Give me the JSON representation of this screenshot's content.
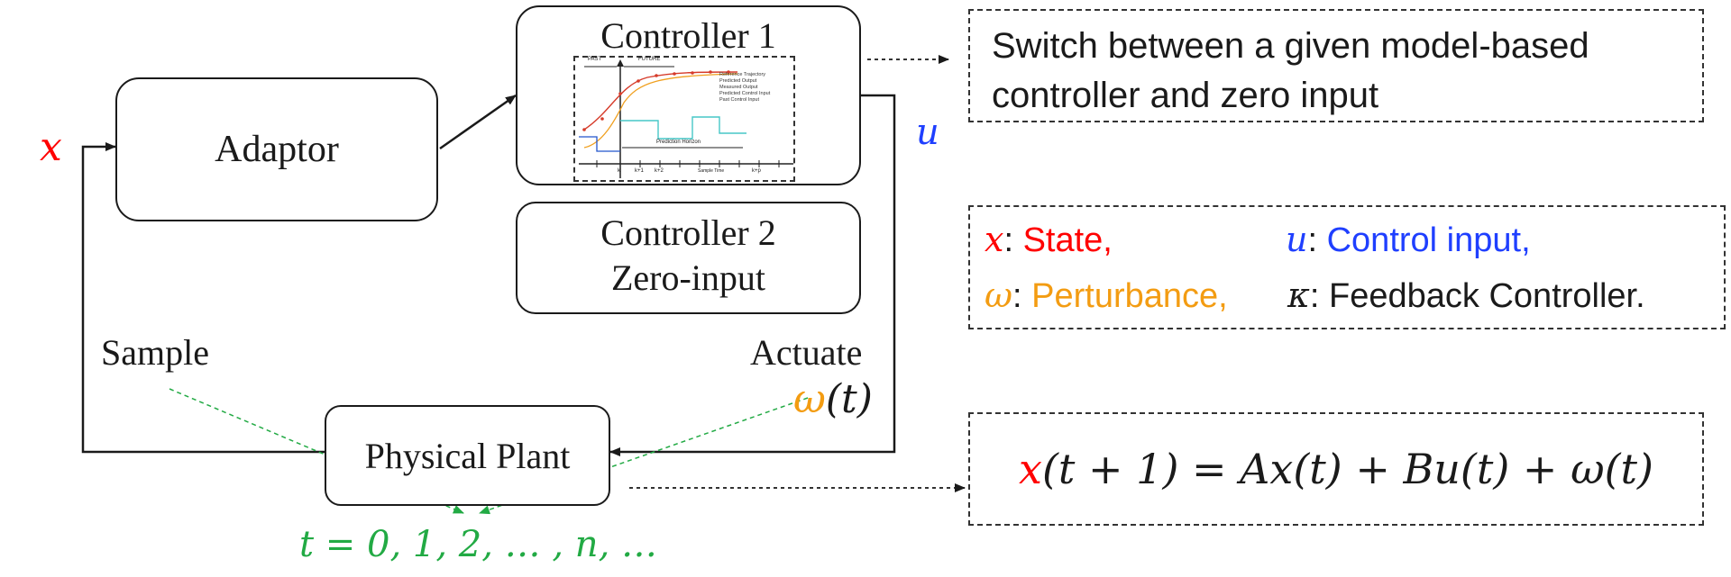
{
  "colors": {
    "state": "#ff0000",
    "control": "#1f3fff",
    "perturbance": "#f39c12",
    "sample": "#22aa44",
    "ink": "#1a1a1a"
  },
  "blocks": {
    "adaptor": "Adaptor",
    "controller1": "Controller 1",
    "controller2_line1": "Controller 2",
    "controller2_line2": "Zero-input",
    "plant": "Physical Plant"
  },
  "labels": {
    "x": "x",
    "u": "u",
    "sample": "Sample",
    "actuate": "Actuate",
    "omega": "ω",
    "omega_arg": "(t)",
    "time_steps": "t = 0, 1, 2, … , n, …"
  },
  "mpc_thumbnail": {
    "past": "PAST",
    "future": "FUTURE",
    "horizon": "Prediction Horizon",
    "sample_time": "Sample Time",
    "ticks": [
      "k",
      "k+1",
      "k+2",
      "k+p"
    ],
    "legend": [
      "Reference Trajectory",
      "Predicted Output",
      "Measured Output",
      "Predicted Control Input",
      "Past Control Input"
    ]
  },
  "notes": {
    "switch_line1": "Switch between a given model-based",
    "switch_line2": "controller and zero input",
    "legend_x_sym": "x",
    "legend_x_text": "State,",
    "legend_u_sym": "u",
    "legend_u_text": "Control input,",
    "legend_w_sym": "ω",
    "legend_w_text": "Perturbance,",
    "legend_k_sym": "κ",
    "legend_k_text": "Feedback Controller."
  },
  "equation": {
    "lhs": "x",
    "rest": "(t + 1) = Ax(t) + Bu(t) + ω(t)"
  }
}
